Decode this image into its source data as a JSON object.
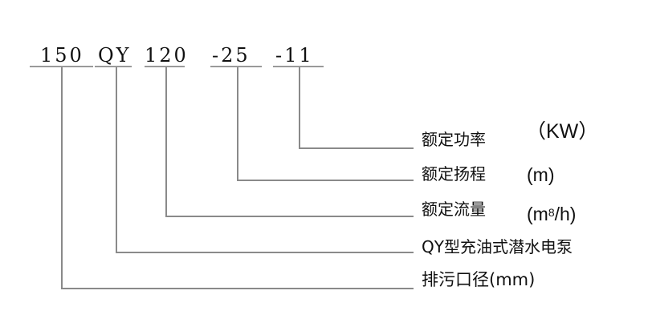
{
  "model_code": {
    "segments": [
      {
        "text": "150",
        "meaning": "排污口径",
        "unit": "(mm)"
      },
      {
        "text": "QY",
        "meaning": "QY型充油式潜水电泵",
        "unit": ""
      },
      {
        "text": "120",
        "meaning": "额定流量",
        "unit": "(m³/h)"
      },
      {
        "text": "-25",
        "meaning": "额定扬程",
        "unit": "(m)"
      },
      {
        "text": "-11",
        "meaning": "额定功率",
        "unit": "（KW）"
      }
    ]
  },
  "labels": {
    "power": "额定功率",
    "power_unit": "（KW）",
    "head": "额定扬程",
    "head_unit": "(m)",
    "flow": "额定流量",
    "flow_unit_base": "(m",
    "flow_unit_sup": "8",
    "flow_unit_tail": "/h)",
    "pump_type": "QY型充油式潜水电泵",
    "outlet": "排污口径(mm)"
  },
  "colors": {
    "line": "#8a8a8a",
    "text": "#111111",
    "background": "#ffffff"
  }
}
